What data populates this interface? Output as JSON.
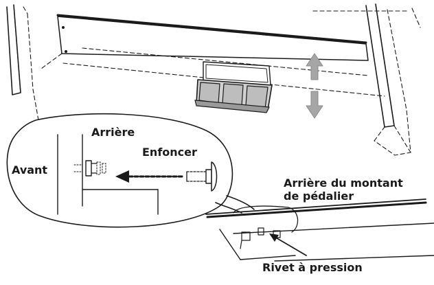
{
  "labels": {
    "rear": "Arrière",
    "push": "Enfoncer",
    "front": "Avant",
    "pedal_post_rear_line1": "Arrière du montant",
    "pedal_post_rear_line2": "de pédalier",
    "snap_rivet": "Rivet à pression"
  },
  "icons": [
    "up-down-arrow-icon",
    "push-direction-arrow-icon",
    "leader-arrow-icon"
  ],
  "colors": {
    "line": "#1a1a1a",
    "arrow_fill": "#a6a6a6",
    "pedal_fill": "#d0d0d0",
    "background": "#ffffff"
  }
}
